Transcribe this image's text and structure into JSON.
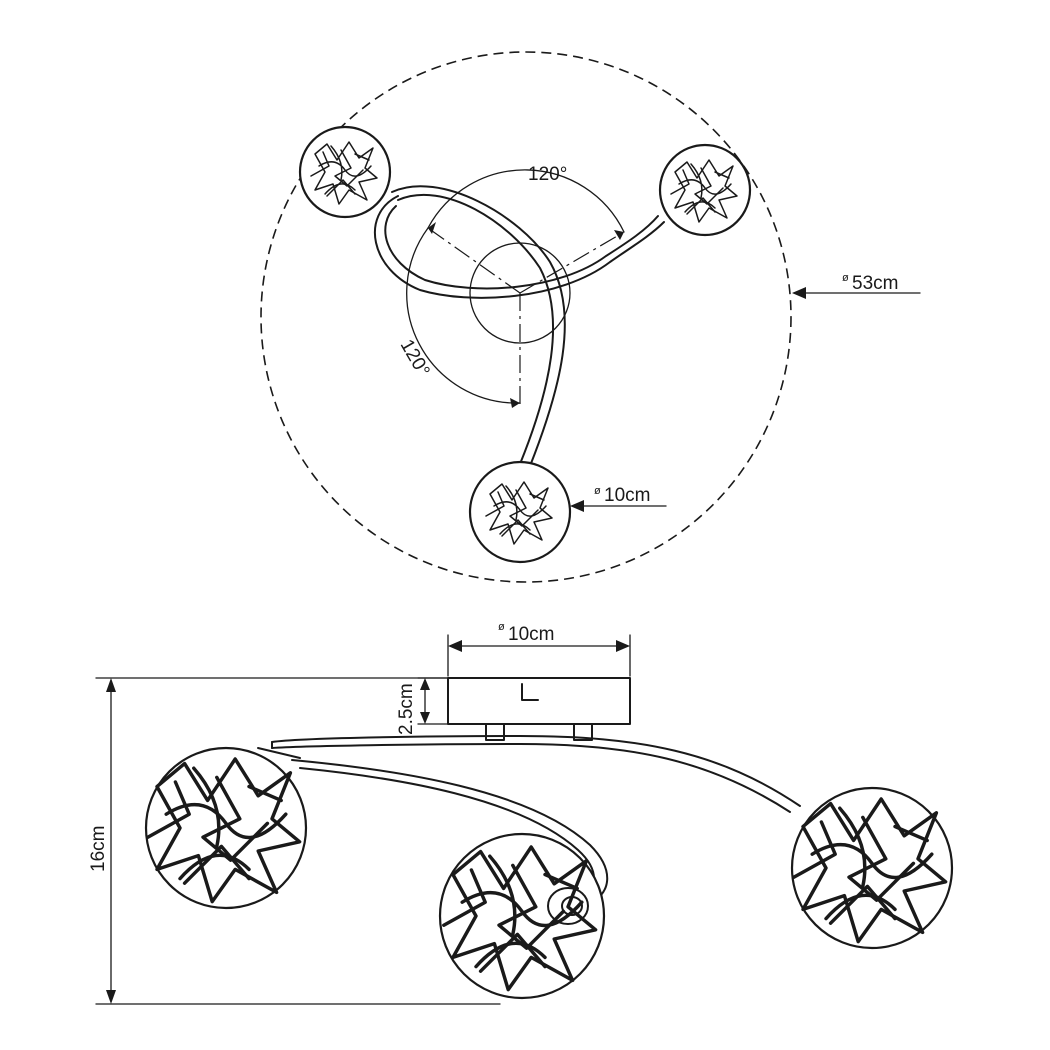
{
  "top_view": {
    "outer_diameter": {
      "symbol": "ø",
      "value": "53cm"
    },
    "shade_diameter": {
      "symbol": "ø",
      "value": "10cm"
    },
    "angle_1": "120°",
    "angle_2": "120°"
  },
  "side_view": {
    "base_diameter": {
      "symbol": "ø",
      "value": "10cm"
    },
    "base_height": "2.5cm",
    "total_height": "16cm"
  }
}
